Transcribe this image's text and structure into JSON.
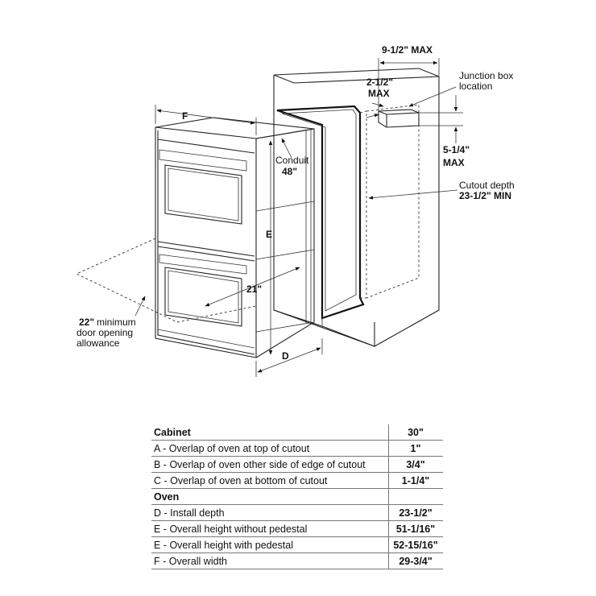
{
  "labels": {
    "max_width": "9-1/2\" MAX",
    "junction_line1": "Junction box",
    "junction_line2": "location",
    "top_gap_line1": "2-1/2\"",
    "top_gap_line2": "MAX",
    "box_height_line1": "5-1/4\"",
    "box_height_line2": "MAX",
    "cutout_line1": "Cutout depth",
    "cutout_line2": "23-1/2\" MIN",
    "dim_f": "F",
    "conduit_line1": "Conduit",
    "conduit_line2": "48\"",
    "dim_e": "E",
    "dim_21": "21\"",
    "door_line1": "22\"",
    "door_line1b": "minimum",
    "door_line2": "door opening",
    "door_line3": "allowance",
    "dim_d": "D"
  },
  "table": {
    "rows": [
      {
        "type": "section",
        "label": "Cabinet",
        "value": "30\""
      },
      {
        "type": "row",
        "label": "A - Overlap of oven at top of cutout",
        "value": "1\""
      },
      {
        "type": "row",
        "label": "B - Overlap of oven other side of edge of cutout",
        "value": "3/4\""
      },
      {
        "type": "row",
        "label": "C - Overlap of oven at bottom of cutout",
        "value": "1-1/4\""
      },
      {
        "type": "section",
        "label": "Oven",
        "value": ""
      },
      {
        "type": "row",
        "label": "D - Install depth",
        "value": "23-1/2\""
      },
      {
        "type": "row",
        "label": "E - Overall height without pedestal",
        "value": "51-1/16\""
      },
      {
        "type": "row",
        "label": "E - Overall height with pedestal",
        "value": "52-15/16\""
      },
      {
        "type": "row",
        "label": "F - Overall width",
        "value": "29-3/4\""
      }
    ]
  }
}
